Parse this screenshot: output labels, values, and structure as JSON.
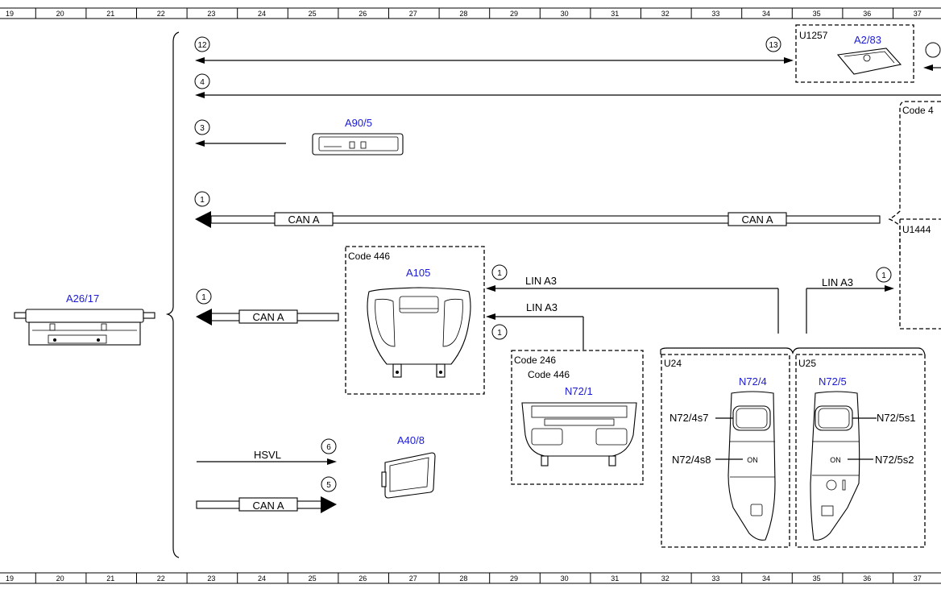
{
  "ruler": {
    "numbers": [
      "19",
      "20",
      "21",
      "22",
      "23",
      "24",
      "25",
      "26",
      "27",
      "28",
      "29",
      "30",
      "31",
      "32",
      "33",
      "34",
      "35",
      "36",
      "37"
    ]
  },
  "components": {
    "a26_17": "A26/17",
    "a90_5": "A90/5",
    "a105": "A105",
    "a40_8": "A40/8",
    "n72_1": "N72/1",
    "a2_83": "A2/83",
    "n72_4": "N72/4",
    "n72_5": "N72/5"
  },
  "groups": {
    "u1257": "U1257",
    "code_446": "Code 446",
    "code_246": "Code 246",
    "code_446_b": "Code 446",
    "u24": "U24",
    "u25": "U25",
    "code_4_partial": "Code 4",
    "u1444_partial": "U1444"
  },
  "signals": {
    "can_a": "CAN A",
    "lin_a3": "LIN A3",
    "hsvl": "HSVL"
  },
  "callouts": {
    "c12": "12",
    "c13": "13",
    "c4": "4",
    "c3": "3",
    "c1": "1",
    "c6": "6",
    "c5": "5"
  },
  "switch_labels": {
    "n72_4s7": "N72/4s7",
    "n72_4s8": "N72/4s8",
    "n72_5s1": "N72/5s1",
    "n72_5s2": "N72/5s2",
    "on": "ON"
  }
}
